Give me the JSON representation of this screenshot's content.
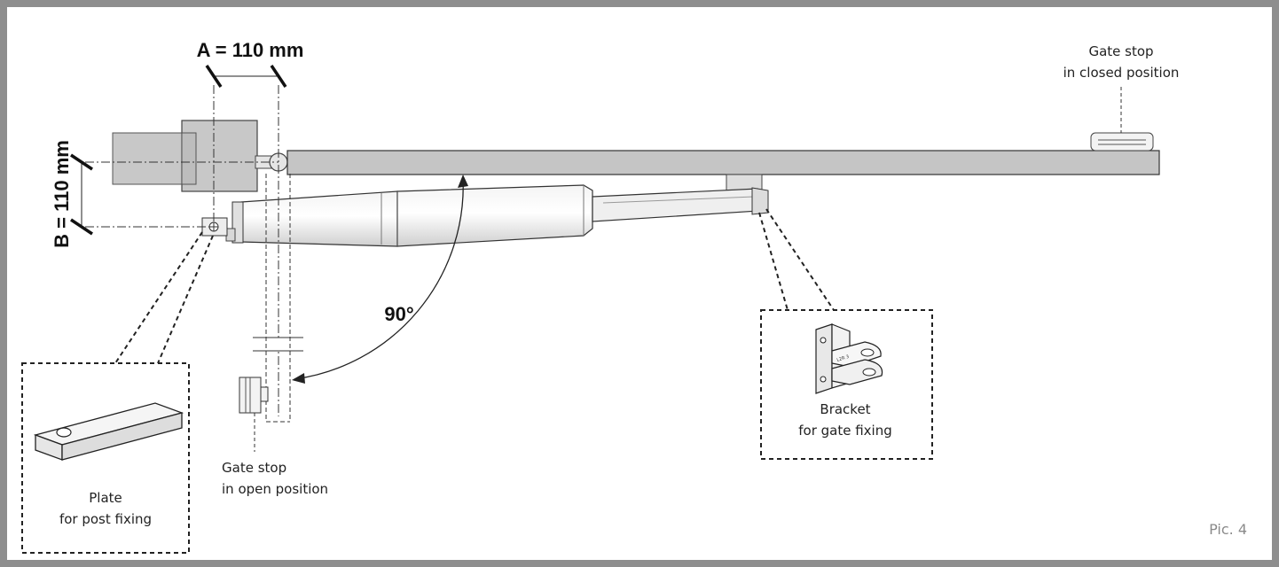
{
  "dimensions": {
    "a": "A = 110 mm",
    "b": "B = 110 mm"
  },
  "angle_label": "90°",
  "labels": {
    "gate_stop_closed": [
      "Gate stop",
      "in closed position"
    ],
    "gate_stop_open": [
      "Gate stop",
      "in open position"
    ],
    "bracket": [
      "Bracket",
      "for gate fixing"
    ],
    "plate": [
      "Plate",
      "for post fixing"
    ]
  },
  "figure_label": "Pic. 4",
  "bracket_marking": "L2R 3"
}
